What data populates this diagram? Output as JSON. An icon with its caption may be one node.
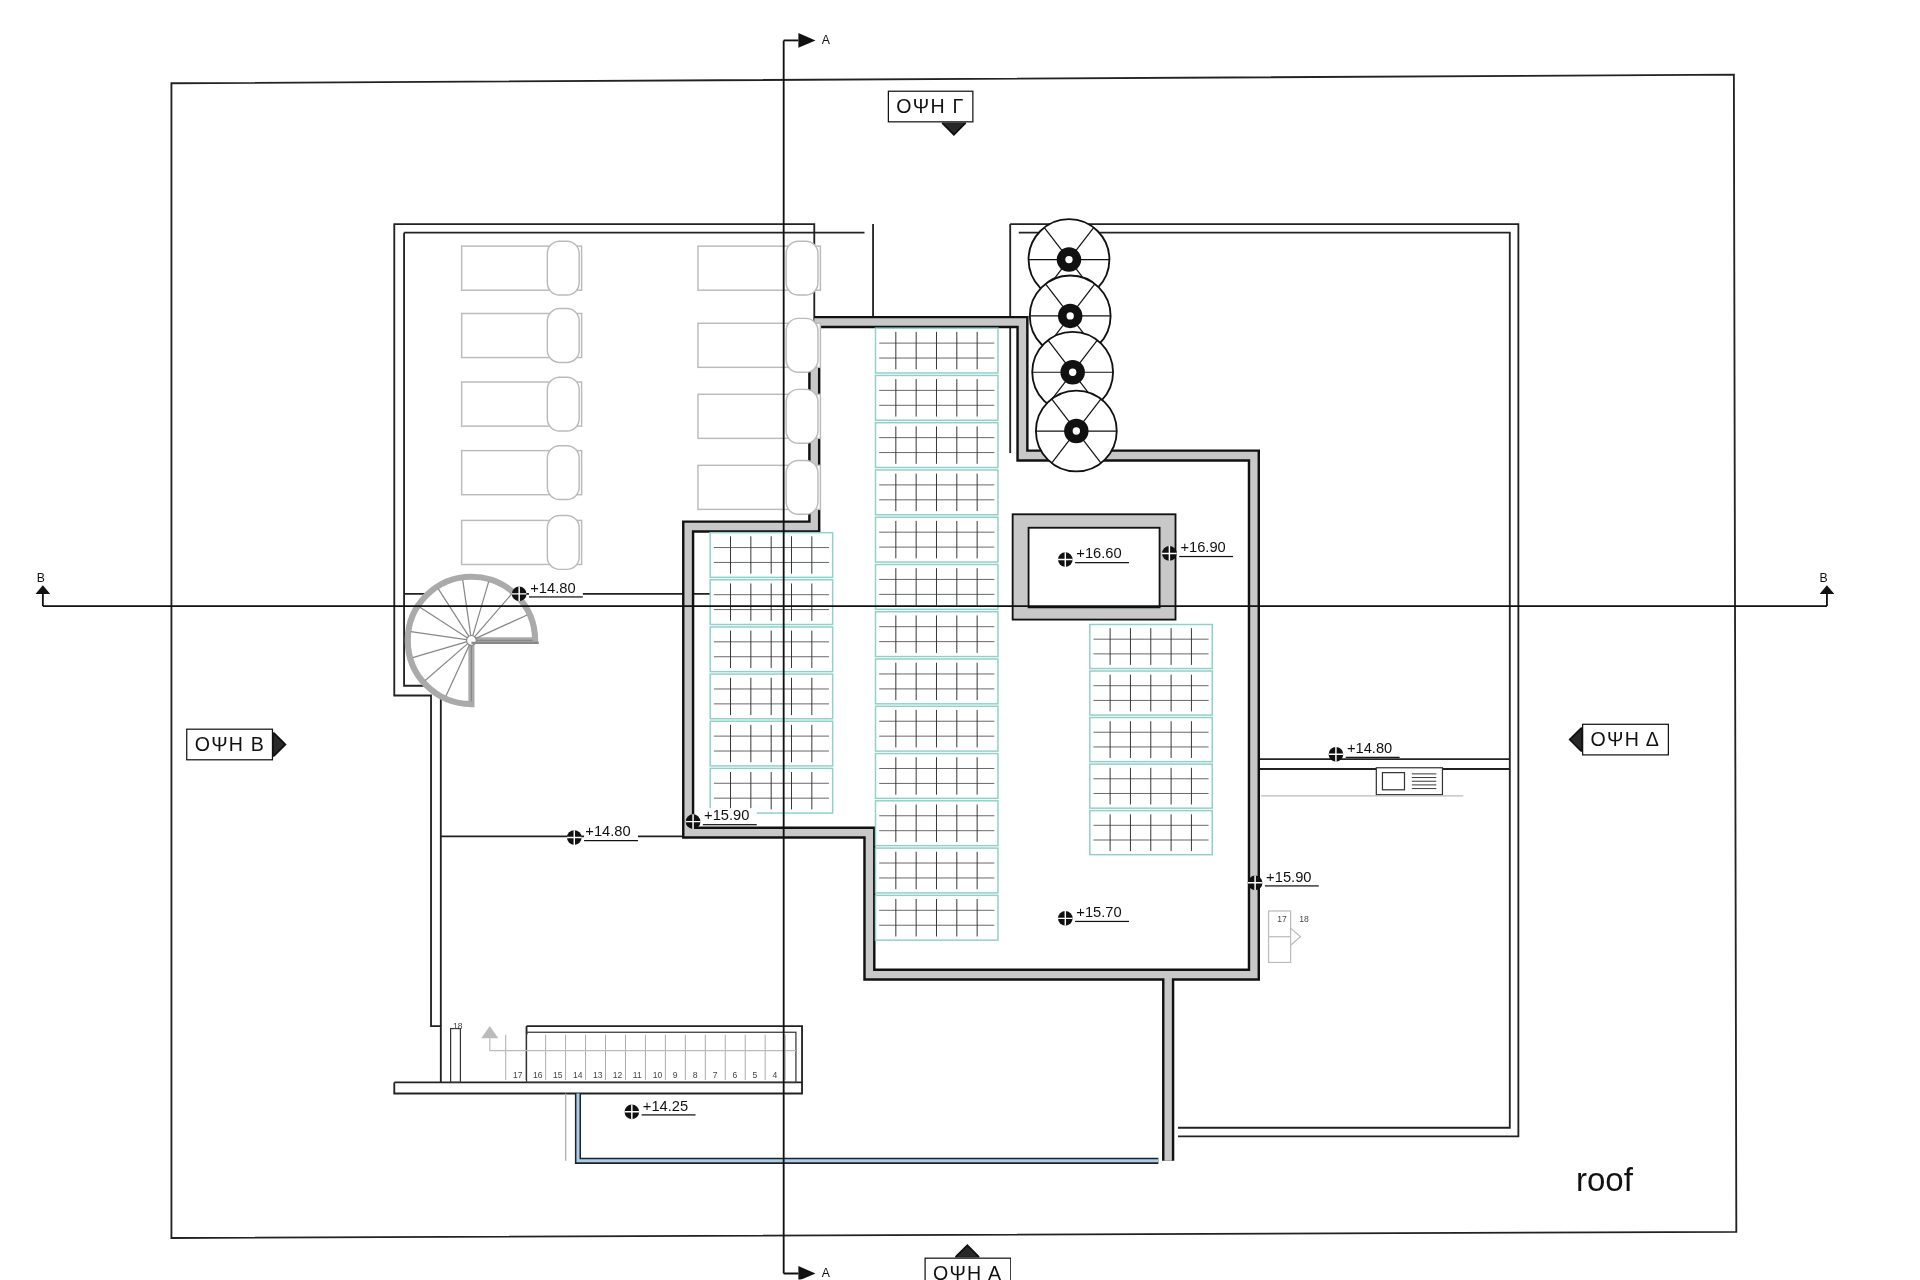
{
  "diagram": {
    "labels": [
      "A",
      "ΟΨΗ Γ",
      "+16.90",
      "+16.60",
      "B",
      "B",
      "+14.80",
      "ΟΨΗ Β",
      "ΟΨΗ Δ",
      "+14.80",
      "+15.90",
      "+14.80",
      "+15.90",
      "+15.70",
      "17",
      "18",
      "18",
      "17",
      "16",
      "15",
      "14",
      "13",
      "12",
      "11",
      "10",
      "9",
      "8",
      "7",
      "6",
      "5",
      "4",
      "+14.25",
      "roof",
      "A",
      "ΟΨΗ Α"
    ]
  }
}
